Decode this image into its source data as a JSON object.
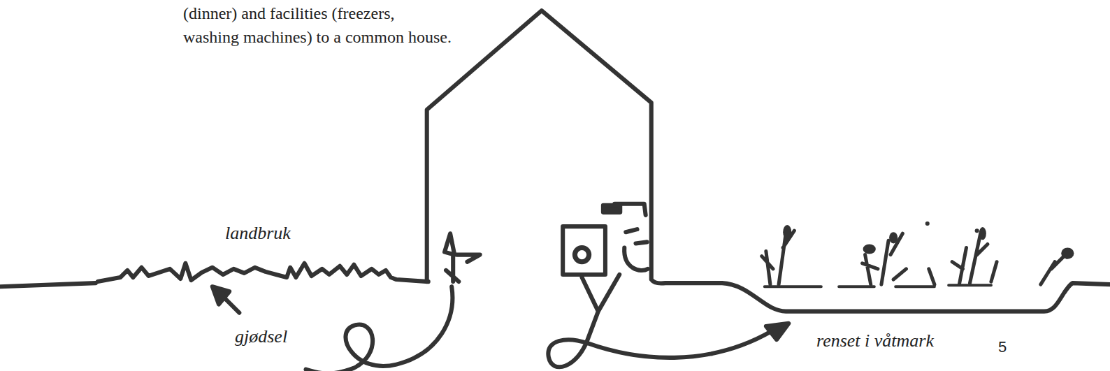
{
  "diagram": {
    "labels": [
      "(dinner) and facilities (freezers, washing machines) to a common house.",
      "landbruk",
      "gjødsel",
      "renset i våtmark",
      "5"
    ]
  }
}
